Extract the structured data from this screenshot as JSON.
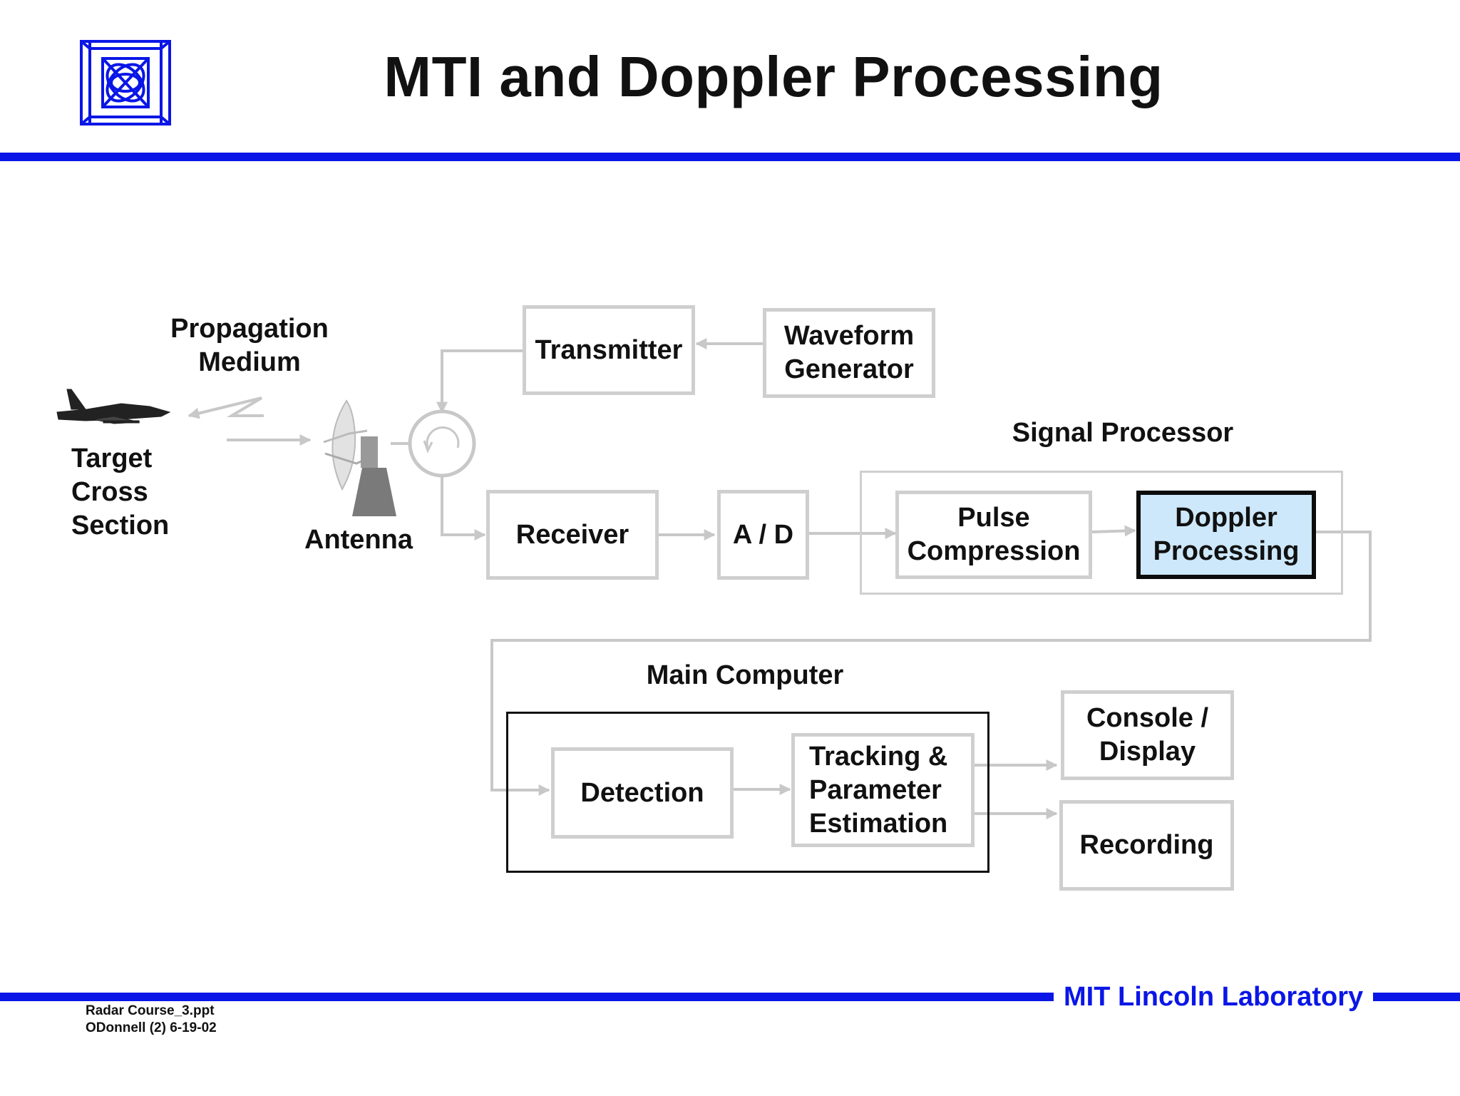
{
  "header": {
    "title": "MTI and Doppler Processing"
  },
  "diagram": {
    "labels": {
      "propagation": "Propagation\nMedium",
      "target": "Target\nCross\nSection",
      "antenna": "Antenna",
      "signal_processor": "Signal Processor",
      "main_computer": "Main Computer"
    },
    "blocks": {
      "transmitter": "Transmitter",
      "waveform_generator": "Waveform\nGenerator",
      "receiver": "Receiver",
      "ad": "A / D",
      "pulse_compression": "Pulse\nCompression",
      "doppler_processing": "Doppler\nProcessing",
      "detection": "Detection",
      "tracking": "Tracking &\nParameter\nEstimation",
      "console": "Console /\nDisplay",
      "recording": "Recording"
    },
    "highlighted_block": "doppler_processing",
    "colors": {
      "accent_blue": "#0a16e6",
      "highlight_fill": "#cde8fb",
      "connector_gray": "#c8c8c8"
    }
  },
  "footer": {
    "file": "Radar Course_3.ppt",
    "author_date": "ODonnell (2) 6-19-02",
    "lab_name": "MIT Lincoln Laboratory"
  }
}
